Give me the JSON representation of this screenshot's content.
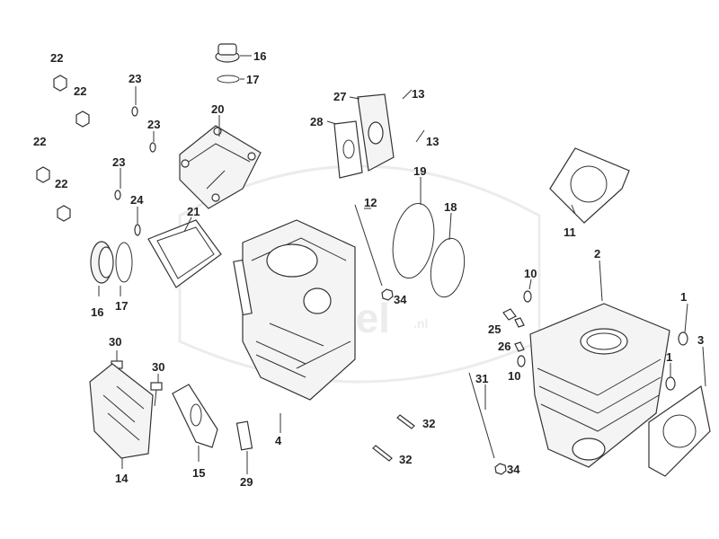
{
  "labels": {
    "l1a": "1",
    "l1b": "1",
    "l2": "2",
    "l3": "3",
    "l4": "4",
    "l10a": "10",
    "l10b": "10",
    "l11": "11",
    "l12": "12",
    "l13a": "13",
    "l13b": "13",
    "l14": "14",
    "l15": "15",
    "l16a": "16",
    "l16b": "16",
    "l17a": "17",
    "l17b": "17",
    "l18": "18",
    "l19": "19",
    "l20": "20",
    "l21": "21",
    "l22a": "22",
    "l22b": "22",
    "l22c": "22",
    "l22d": "22",
    "l23a": "23",
    "l23b": "23",
    "l23c": "23",
    "l24": "24",
    "l25": "25",
    "l26": "26",
    "l27": "27",
    "l28": "28",
    "l29": "29",
    "l30a": "30",
    "l30b": "30",
    "l31": "31",
    "l32a": "32",
    "l32b": "32",
    "l34a": "34",
    "l34b": "34"
  },
  "watermark": {
    "text": "kel",
    "suffix": ".nl"
  }
}
